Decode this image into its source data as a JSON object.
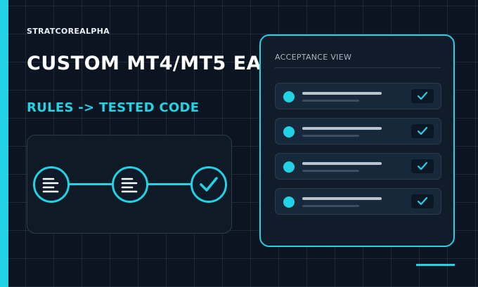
{
  "brand": {
    "name": "STRATCOREALPHA"
  },
  "headline": "CUSTOM MT4/MT5 EA",
  "subheadline": "RULES -> TESTED CODE",
  "flow": {
    "nodes": [
      {
        "icon": "text-lines-icon"
      },
      {
        "icon": "text-lines-icon"
      },
      {
        "icon": "checkmark-icon"
      }
    ]
  },
  "acceptance_panel": {
    "title": "ACCEPTANCE VIEW",
    "items": [
      {
        "status": "checked"
      },
      {
        "status": "checked"
      },
      {
        "status": "checked"
      },
      {
        "status": "checked"
      }
    ]
  },
  "colors": {
    "accent": "#22d3e6",
    "background": "#0b1420",
    "panel": "#101c29",
    "text": "#ffffff"
  }
}
